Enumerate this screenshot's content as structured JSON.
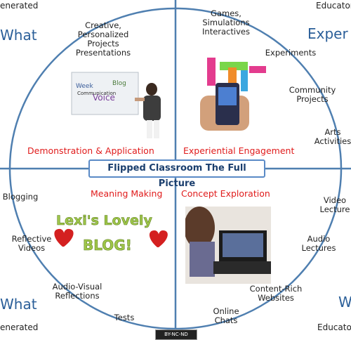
{
  "title": "Flipped Classroom The Full Picture",
  "corners": {
    "top_left_partial": "enerated",
    "top_right_partial": "Educator",
    "bottom_left_partial": "enerated",
    "bottom_right_partial": "Educator"
  },
  "big_labels": {
    "top_left": "What",
    "top_right": "Exper",
    "bottom_left": "What",
    "bottom_right": "W"
  },
  "quadrant_labels": {
    "top_left": "Demonstration & Application",
    "top_right": "Experiential Engagement",
    "bottom_left": "Meaning Making",
    "bottom_right": "Concept Exploration"
  },
  "items": {
    "creative": "Creative,\nPersonalized\nProjects\nPresentations",
    "games": "Games,\nSimulations\nInteractives",
    "experiments": "Experiments",
    "community": "Community\nProjects",
    "arts": "Arts\nActivities",
    "blogging": "Blogging",
    "reflective": "Reflective\nVideos",
    "av_reflections": "Audio-Visual\nReflections",
    "tests": "Tests",
    "video_lectures": "Video\nLecture",
    "audio_lectures": "Audio\nLectures",
    "content_rich": "Content-Rich\nWebsites",
    "online_chats": "Online\nChats"
  },
  "images": {
    "whiteboard_words": [
      "Week",
      "Voice",
      "Communication",
      "Blog"
    ],
    "blog_text_line1": "Lexi's Lovely",
    "blog_text_line2": "BLOG!"
  },
  "license": "BY-NC-ND",
  "colors": {
    "axis": "#4f7fb0",
    "circle": "#4f7fb0",
    "big_text": "#2b5f99",
    "quadrant_text": "#e01b1b",
    "heart": "#d42020"
  }
}
